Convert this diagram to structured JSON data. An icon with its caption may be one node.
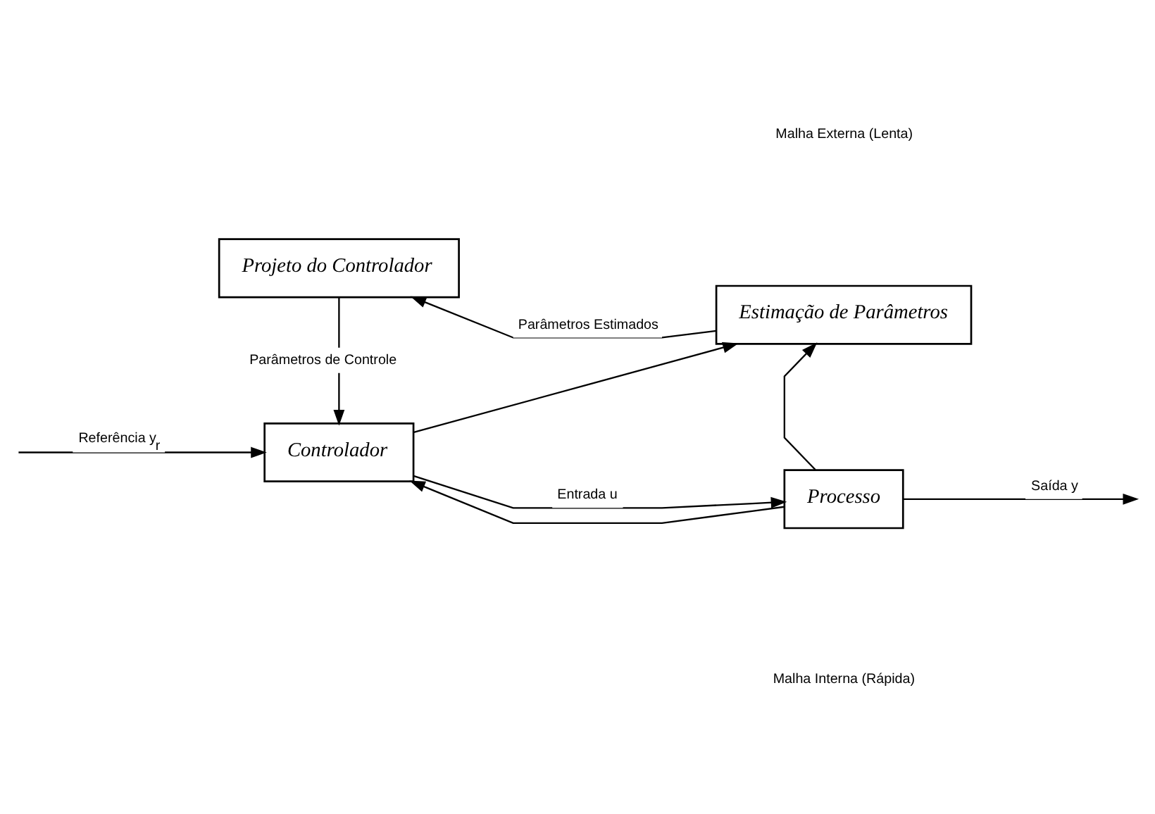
{
  "diagram": {
    "nodes": [
      {
        "text": [
          "Projeto do Controlador"
        ]
      },
      {
        "text": [
          "Estimação de Parâmetros"
        ]
      },
      {
        "text": [
          "Controlador"
        ]
      },
      {
        "text": [
          "Processo"
        ]
      }
    ],
    "edges": [
      {
        "from": 1,
        "to": 0,
        "arrow": "to",
        "label": "Parâmetros Estimados"
      },
      {
        "from": 0,
        "to": 2,
        "arrow": "to",
        "label": "Parâmetros de Controle"
      },
      {
        "from": null,
        "to": 2,
        "arrow": "to",
        "label": "Referência y$_{r}$"
      },
      {
        "from": 2,
        "to": 3,
        "arrow": "to",
        "label": "Entrada u"
      },
      {
        "from": 2,
        "to": 1,
        "arrow": "to"
      },
      {
        "from": 3,
        "to": null,
        "arrow": "to",
        "label": "Saída y"
      },
      {
        "from": 3,
        "to": 1,
        "arrow": "to"
      },
      {
        "from": 3,
        "to": 2,
        "arrow": "to"
      }
    ],
    "labels": [
      "Malha Externa (Lenta)",
      "Malha Interna (Rápida)"
    ]
  }
}
